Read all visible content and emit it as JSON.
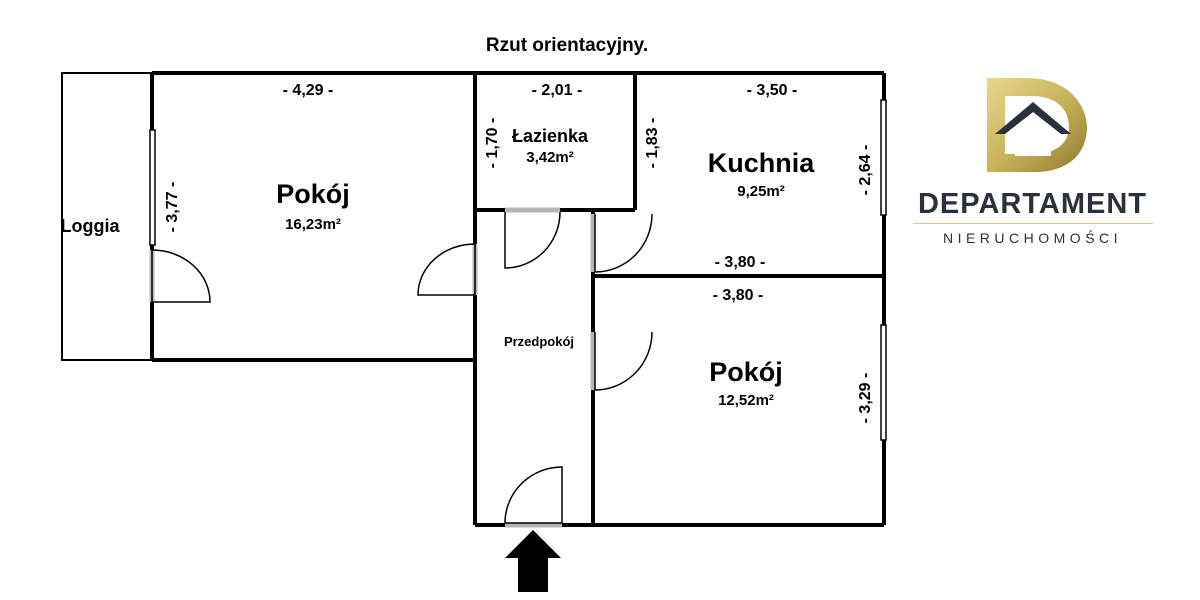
{
  "title": "Rzut orientacyjny.",
  "rooms": {
    "loggia": {
      "name": "Loggia"
    },
    "pokoj1": {
      "name": "Pokój",
      "area": "16,23m²"
    },
    "lazienka": {
      "name": "Łazienka",
      "area": "3,42m²"
    },
    "kuchnia": {
      "name": "Kuchnia",
      "area": "9,25m²"
    },
    "przedpokoj": {
      "name": "Przedpokój"
    },
    "pokoj2": {
      "name": "Pokój",
      "area": "12,52m²"
    }
  },
  "dimensions": {
    "pokoj1_width": "- 4,29 -",
    "pokoj1_height": "- 3,77 -",
    "lazienka_width": "- 2,01 -",
    "lazienka_height": "- 1,70 -",
    "lazienka_right": "- 1,83 -",
    "kuchnia_width": "- 3,50 -",
    "kuchnia_height": "- 2,64 -",
    "kuchnia_bottom": "- 3,80 -",
    "pokoj2_width": "- 3,80 -",
    "pokoj2_height": "- 3,29 -"
  },
  "brand": {
    "name": "DEPARTAMENT",
    "subtitle": "NIERUCHOMOŚCI",
    "colors": {
      "gold": "#c9b35a",
      "dark": "#2a313a"
    }
  },
  "colors": {
    "wall": "#000000",
    "door": "#b5b5b5"
  }
}
